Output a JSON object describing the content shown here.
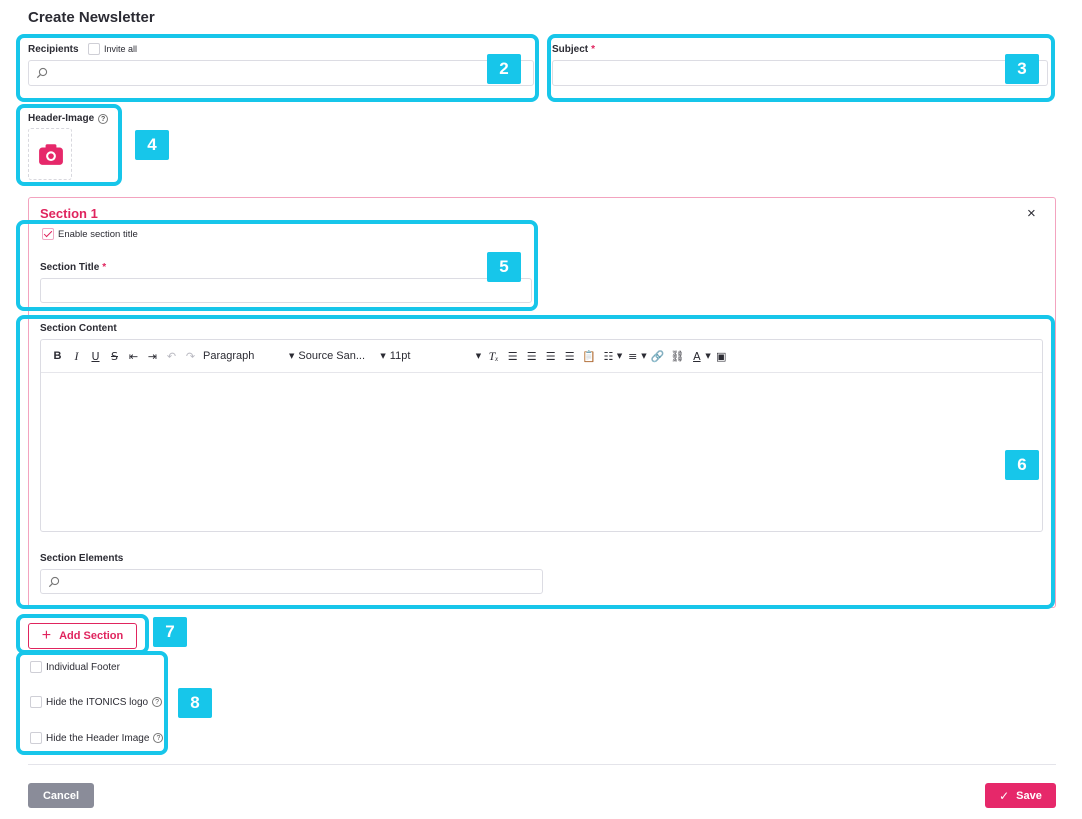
{
  "page": {
    "title": "Create Newsletter"
  },
  "recipients": {
    "label": "Recipients",
    "invite_all_label": "Invite all"
  },
  "subject": {
    "label": "Subject",
    "required_mark": "*"
  },
  "header_image": {
    "label": "Header-Image",
    "help": "?"
  },
  "section": {
    "title": "Section 1",
    "close": "×",
    "enable_title_label": "Enable section title",
    "section_title_label": "Section Title",
    "required_mark": "*",
    "content_label": "Section Content",
    "elements_label": "Section Elements"
  },
  "toolbar": {
    "bold": "B",
    "italic": "I",
    "underline": "U",
    "strike": "S",
    "paragraph": "Paragraph",
    "font": "Source San...",
    "size": "11pt",
    "text_color": "A"
  },
  "actions": {
    "add_section": "Add Section",
    "cancel": "Cancel",
    "save": "Save"
  },
  "options": {
    "individual_footer": "Individual Footer",
    "hide_logo": "Hide the ITONICS logo",
    "hide_header_image": "Hide the Header Image"
  },
  "badges": [
    "2",
    "3",
    "4",
    "5",
    "6",
    "7",
    "8"
  ],
  "colors": {
    "accent": "#e0245e",
    "highlight": "#17c6ea",
    "cancel": "#8a8c99"
  }
}
